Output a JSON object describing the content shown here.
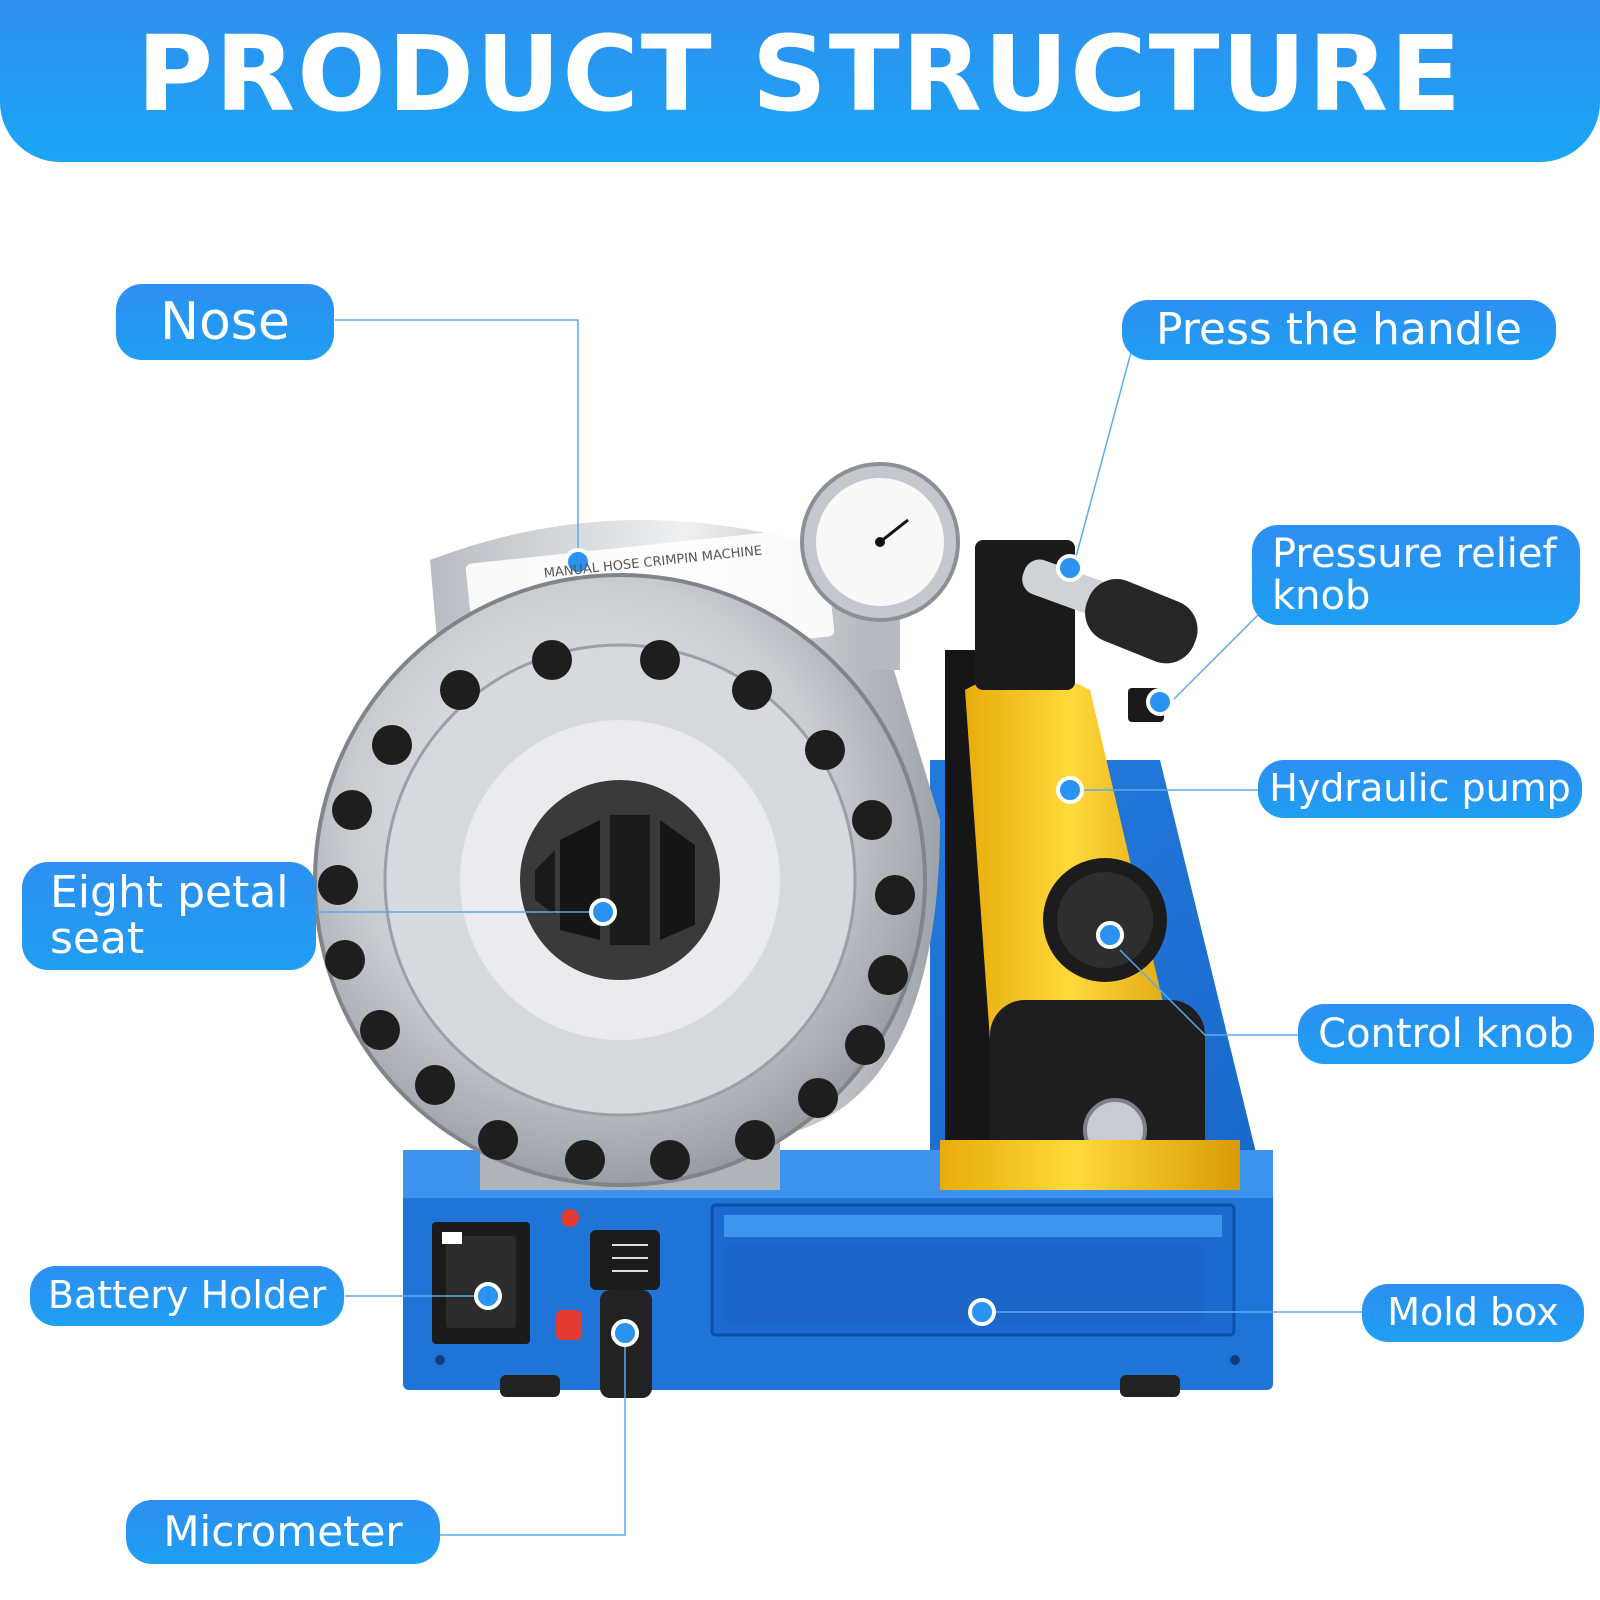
{
  "header": {
    "title": "PRODUCT STRUCTURE"
  },
  "colors": {
    "accent_blue": "#2a92f0",
    "leader_line": "#5aaaf0",
    "machine_blue": "#1d6fd6",
    "pump_yellow": "#f5c21a",
    "crimp_head_silver": "#c9ccd1"
  },
  "labels": {
    "nose": "Nose",
    "press_handle": "Press the handle",
    "pressure_relief_line1": "Pressure relief",
    "pressure_relief_line2": "knob",
    "hydraulic_pump": "Hydraulic pump",
    "eight_petal_line1": "Eight petal",
    "eight_petal_line2": "seat",
    "control_knob": "Control knob",
    "battery_holder": "Battery Holder",
    "mold_box": "Mold box",
    "micrometer": "Micrometer"
  },
  "machine": {
    "plate_title": "MANUAL HOSE CRIMPIN MACHINE"
  }
}
